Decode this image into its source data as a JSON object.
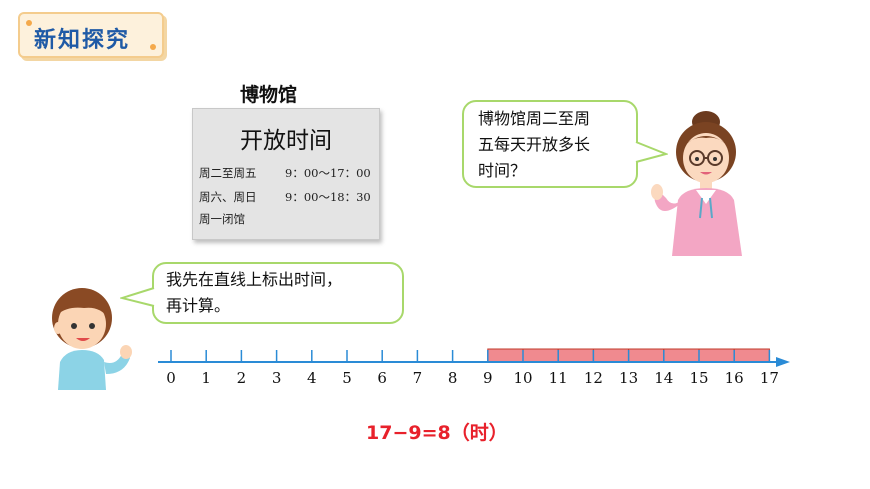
{
  "section_tag": {
    "label": "新知探究"
  },
  "museum": {
    "title": "博物馆",
    "board_heading": "开放时间",
    "schedule": [
      {
        "days": "周二至周五",
        "time": "9：00～17：00"
      },
      {
        "days": "周六、周日",
        "time": "9：00～18：30"
      },
      {
        "days": "周一闭馆",
        "time": ""
      }
    ]
  },
  "teacher_bubble": {
    "line1": "博物馆周二至周",
    "line2": "五每天开放多长",
    "line3": "时间？"
  },
  "boy_bubble": {
    "line1": "我先在直线上标出时间，",
    "line2": "再计算。"
  },
  "number_line": {
    "labels": [
      "0",
      "1",
      "2",
      "3",
      "4",
      "5",
      "6",
      "7",
      "8",
      "9",
      "10",
      "11",
      "12",
      "13",
      "14",
      "15",
      "16",
      "17"
    ],
    "highlight_start": 9,
    "highlight_end": 17,
    "highlight_color": "#f08a8f",
    "line_color": "#2a8bd6"
  },
  "equation": "17−9=8（时）",
  "colors": {
    "tag_text": "#1f5aa6",
    "bubble_border": "#a8d86b",
    "equation": "#e8212b"
  }
}
